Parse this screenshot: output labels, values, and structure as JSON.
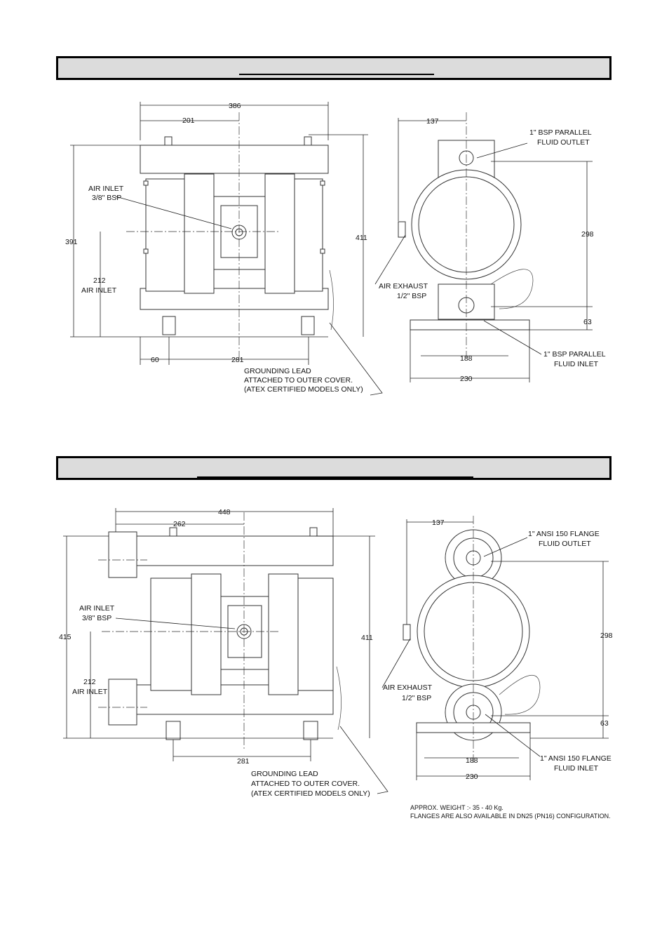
{
  "section1": {
    "front": {
      "overall_width": "386",
      "half_width": "201",
      "overall_height": "391",
      "height_right": "411",
      "air_inlet_label": "AIR INLET",
      "air_inlet_size": "3/8\" BSP",
      "air_inlet_height": "212",
      "air_inlet_height_label": "AIR INLET",
      "foot_offset": "60",
      "foot_spacing": "281",
      "grounding_lines": [
        "GROUNDING LEAD",
        "ATTACHED TO OUTER COVER.",
        "(ATEX CERTIFIED MODELS ONLY)"
      ]
    },
    "side": {
      "depth_half": "137",
      "outlet_label": "1\" BSP PARALLEL",
      "outlet_sub": "FLUID OUTLET",
      "port_spacing": "298",
      "inlet_height": "63",
      "exhaust_label": "AIR EXHAUST",
      "exhaust_size": "1/2\" BSP",
      "base_inner": "188",
      "base_outer": "230",
      "inlet_label": "1\" BSP PARALLEL",
      "inlet_sub": "FLUID INLET"
    }
  },
  "section2": {
    "front": {
      "overall_width": "448",
      "half_width": "262",
      "overall_height": "415",
      "height_right": "411",
      "air_inlet_label": "AIR INLET",
      "air_inlet_size": "3/8\" BSP",
      "air_inlet_height": "212",
      "air_inlet_height_label": "AIR INLET",
      "foot_spacing": "281",
      "grounding_lines": [
        "GROUNDING LEAD",
        "ATTACHED TO OUTER COVER.",
        "(ATEX CERTIFIED MODELS ONLY)"
      ]
    },
    "side": {
      "depth_half": "137",
      "outlet_label": "1\" ANSI 150 FLANGE",
      "outlet_sub": "FLUID OUTLET",
      "port_spacing": "298",
      "inlet_height": "63",
      "exhaust_label": "AIR EXHAUST",
      "exhaust_size": "1/2\" BSP",
      "base_inner": "188",
      "base_outer": "230",
      "inlet_label": "1\" ANSI 150 FLANGE",
      "inlet_sub": "FLUID INLET"
    },
    "notes": [
      "APPROX. WEIGHT :- 35 - 40 Kg.",
      "FLANGES ARE ALSO AVAILABLE IN DN25 (PN16) CONFIGURATION."
    ]
  }
}
